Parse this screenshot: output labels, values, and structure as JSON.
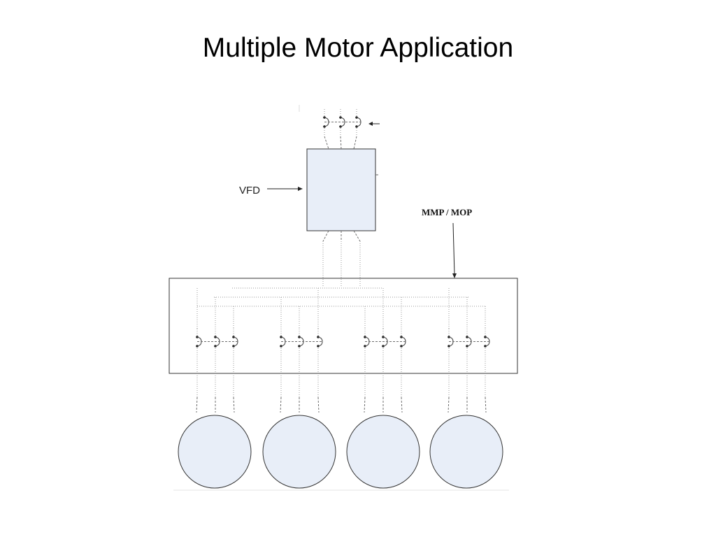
{
  "title": "Multiple Motor Application",
  "diagram": {
    "vfd_label": "VFD",
    "mmp_label": "MMP / MOP",
    "motor_count": 4,
    "colors": {
      "block_fill": "#e8eef8",
      "stroke": "#333333",
      "dashed": "#6f6f6f",
      "dotted": "#9a9a9a"
    }
  }
}
